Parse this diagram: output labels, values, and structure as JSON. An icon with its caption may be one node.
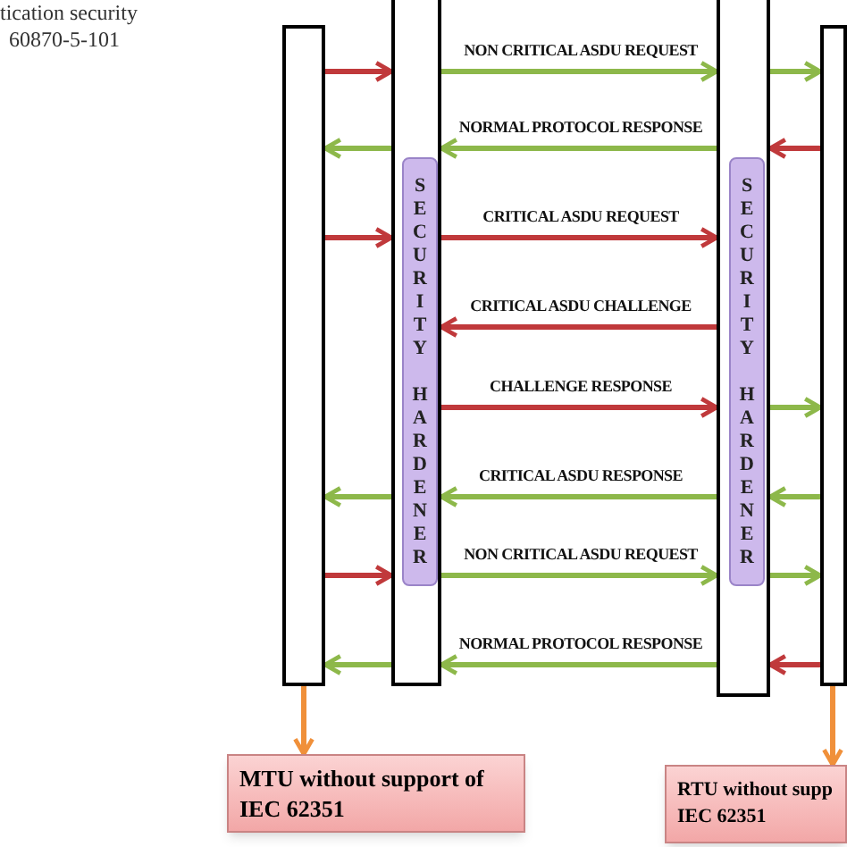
{
  "diagram": {
    "nodes": [
      {
        "text": [],
        "shape": "bar"
      },
      {
        "text": [],
        "shape": "bar"
      },
      {
        "text": [
          "SECURITY HARDENER"
        ],
        "in": 1
      },
      {
        "text": [],
        "shape": "bar"
      },
      {
        "text": [
          "SECURITY HARDENER"
        ],
        "in": 3
      },
      {
        "text": [],
        "shape": "bar"
      },
      {
        "text": [
          "MTU without support of IEC 62351"
        ]
      },
      {
        "text": [
          "RTU without supp IEC 62351"
        ]
      }
    ],
    "edges": [
      {
        "from": 0,
        "to": 1,
        "arrow": "to",
        "color": "#c0393b"
      },
      {
        "from": 1,
        "to": 3,
        "arrow": "to",
        "label": "NON CRITICAL ASDU REQUEST"
      },
      {
        "from": 3,
        "to": 5,
        "arrow": "to"
      },
      {
        "from": 1,
        "to": 0,
        "arrow": "to"
      },
      {
        "from": 3,
        "to": 1,
        "arrow": "to",
        "label": "NORMAL PROTOCOL RESPONSE"
      },
      {
        "from": 5,
        "to": 3,
        "arrow": "to",
        "color": "#c0393b"
      },
      {
        "from": 0,
        "to": 1,
        "arrow": "to",
        "color": "#c0393b"
      },
      {
        "from": 1,
        "to": 3,
        "arrow": "to",
        "label": "CRITICAL ASDU REQUEST",
        "color": "#c0393b"
      },
      {
        "from": 3,
        "to": 1,
        "arrow": "to",
        "label": "CRITICAL ASDU CHALLENGE",
        "color": "#c0393b"
      },
      {
        "from": 1,
        "to": 3,
        "arrow": "to",
        "label": "CHALLENGE RESPONSE",
        "color": "#c0393b"
      },
      {
        "from": 3,
        "to": 5,
        "arrow": "to"
      },
      {
        "from": 1,
        "to": 0,
        "arrow": "to"
      },
      {
        "from": 3,
        "to": 1,
        "arrow": "to",
        "label": "CRITICAL ASDU RESPONSE"
      },
      {
        "from": 5,
        "to": 3,
        "arrow": "to"
      },
      {
        "from": 0,
        "to": 1,
        "arrow": "to",
        "color": "#c0393b"
      },
      {
        "from": 1,
        "to": 3,
        "arrow": "to",
        "label": "NON CRITICAL ASDU REQUEST"
      },
      {
        "from": 3,
        "to": 5,
        "arrow": "to"
      },
      {
        "from": 1,
        "to": 0,
        "arrow": "to"
      },
      {
        "from": 3,
        "to": 1,
        "arrow": "to",
        "label": "NORMAL PROTOCOL RESPONSE"
      },
      {
        "from": 5,
        "to": 3,
        "arrow": "to",
        "color": "#c0393b"
      },
      {
        "from": 0,
        "to": 6,
        "arrow": "to",
        "color": "#f0903a"
      },
      {
        "from": 5,
        "to": 7,
        "arrow": "to",
        "color": "#f0903a"
      }
    ],
    "labels": [
      "tication security",
      "60870-5-101"
    ]
  }
}
